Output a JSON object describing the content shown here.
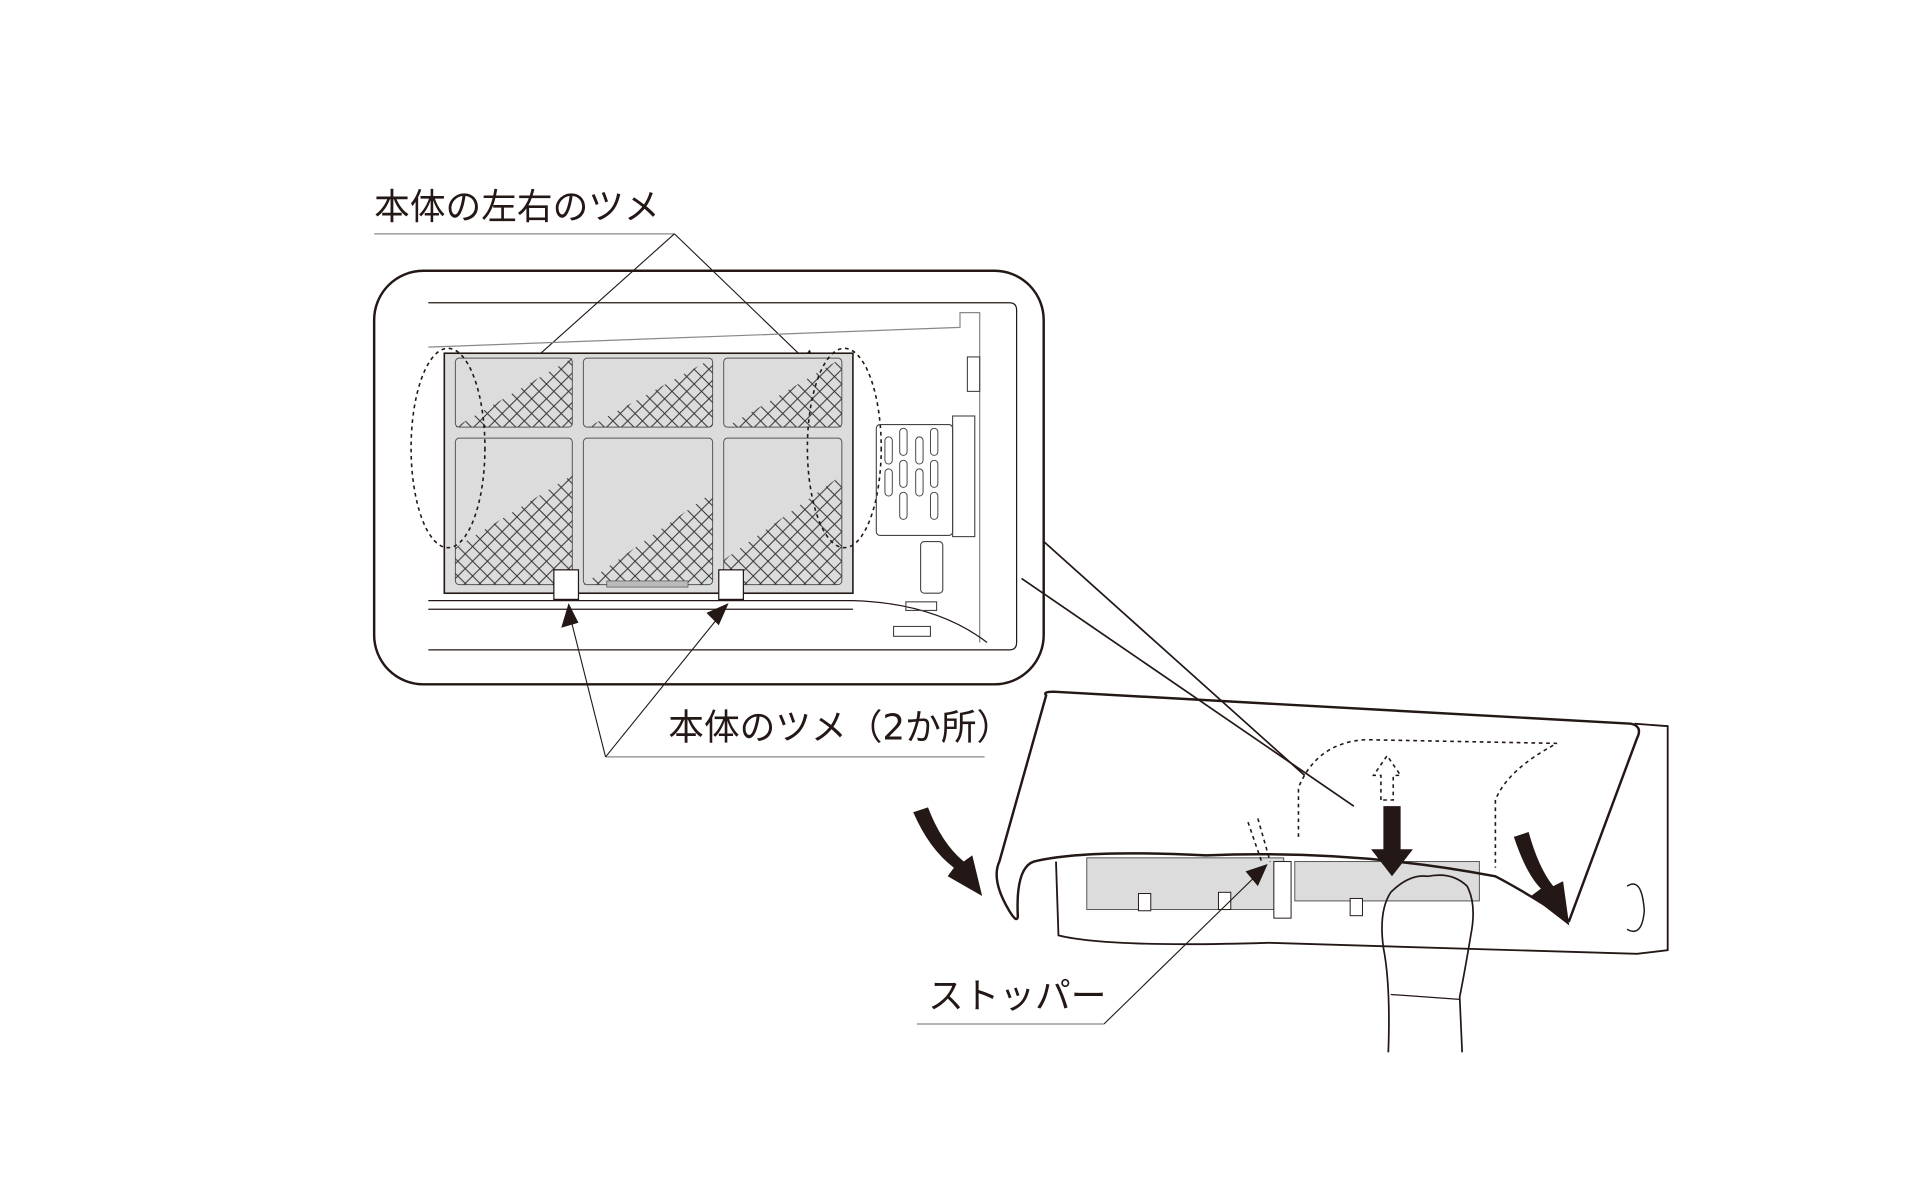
{
  "labels": {
    "side_tabs": "本体の左右のツメ",
    "body_tabs": "本体のツメ（2か所）",
    "stopper": "ストッパー"
  },
  "colors": {
    "line": "#231815",
    "filter_fill": "#dcdcdc",
    "background": "#ffffff"
  }
}
